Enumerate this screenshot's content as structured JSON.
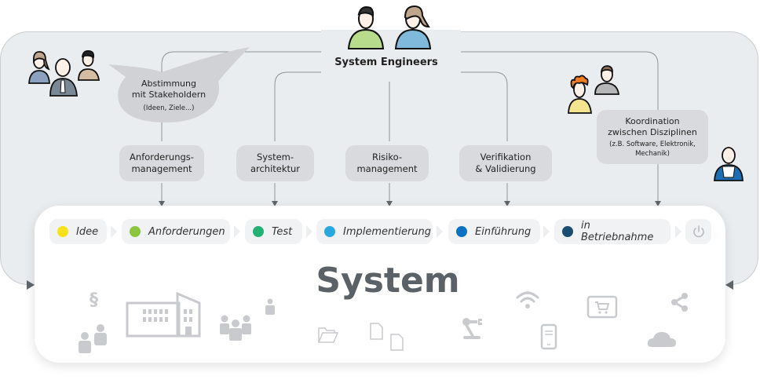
{
  "header": {
    "engineers_label": "System Engineers"
  },
  "stakeholder_bubble": {
    "line1": "Abstimmung",
    "line2": "mit Stakeholdern",
    "sub": "(Ideen, Ziele...)"
  },
  "coordination_box": {
    "line1": "Koordination",
    "line2": "zwischen Disziplinen",
    "sub1": "(z.B. Software, Elektronik,",
    "sub2": "Mechanik)"
  },
  "tasks": [
    {
      "line1": "Anforderungs-",
      "line2": "management"
    },
    {
      "line1": "System-",
      "line2": "architektur"
    },
    {
      "line1": "Risiko-",
      "line2": "management"
    },
    {
      "line1": "Verifikation",
      "line2": "& Validierung"
    }
  ],
  "phases": [
    {
      "label": "Idee",
      "color": "#f7e11b"
    },
    {
      "label": "Anforderungen",
      "color": "#8cc63f"
    },
    {
      "label": "Test",
      "color": "#22b173"
    },
    {
      "label": "Implementierung",
      "color": "#29a8e0"
    },
    {
      "label": "Einführung",
      "color": "#0b72c2"
    },
    {
      "label": "in Betriebnahme",
      "color": "#1a4d72"
    }
  ],
  "power_icon": "power-icon",
  "system": {
    "title": "System"
  },
  "icons": {
    "paragraph_glyph": "§"
  }
}
